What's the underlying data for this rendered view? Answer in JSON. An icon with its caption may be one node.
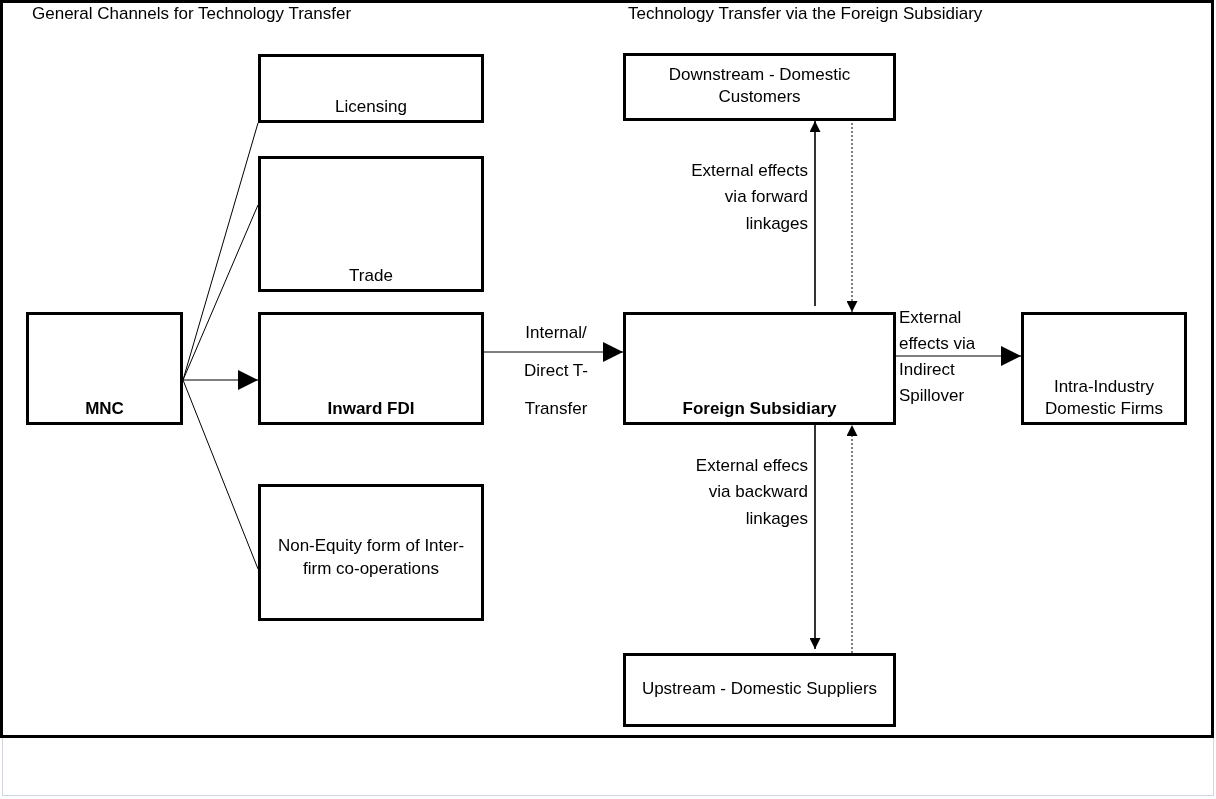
{
  "diagram": {
    "nodes": [
      {
        "text": [
          "MNC"
        ]
      },
      {
        "text": [
          "Licensing"
        ]
      },
      {
        "text": [
          "Trade"
        ]
      },
      {
        "text": [
          "Inward FDI"
        ]
      },
      {
        "text": [
          "Non-Equity form of Inter-firm co-operations"
        ]
      },
      {
        "text": [
          "Downstream - Domestic Customers"
        ]
      },
      {
        "text": [
          "Foreign Subsidiary"
        ]
      },
      {
        "text": [
          "Intra-Industry Domestic Firms"
        ]
      },
      {
        "text": [
          "Upstream - Domestic Suppliers"
        ]
      }
    ],
    "edges": [
      {
        "from": 0,
        "to": 1,
        "arrow": "none"
      },
      {
        "from": 0,
        "to": 2,
        "arrow": "none"
      },
      {
        "from": 0,
        "to": 3,
        "arrow": "to"
      },
      {
        "from": 0,
        "to": 4,
        "arrow": "none"
      },
      {
        "from": 3,
        "to": 6,
        "arrow": "to",
        "label": "Internal/ Direct T-Transfer"
      },
      {
        "from": 6,
        "to": 7,
        "arrow": "to",
        "label": "External effects via Indirect Spillover"
      },
      {
        "from": 6,
        "to": 5,
        "arrow": "to",
        "label": "External effects via forward linkages"
      },
      {
        "from": 5,
        "to": 6,
        "arrow": "to",
        "style": "dashed"
      },
      {
        "from": 6,
        "to": 8,
        "arrow": "to",
        "label": "External effecs via backward linkages"
      },
      {
        "from": 8,
        "to": 6,
        "arrow": "to",
        "style": "dashed"
      }
    ],
    "labels": [
      "General Channels for Technology Transfer",
      "Technology Transfer via the Foreign Subsidiary"
    ]
  }
}
